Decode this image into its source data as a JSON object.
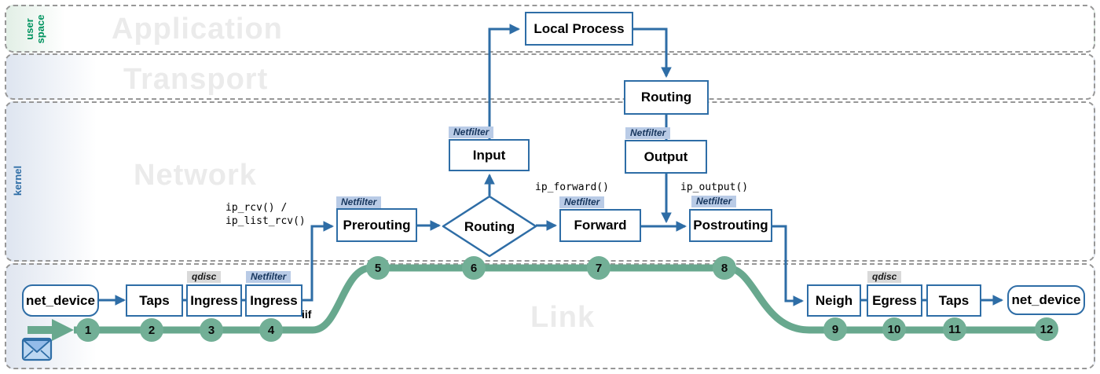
{
  "layers": [
    {
      "name": "Application",
      "side_label": "user\nspace"
    },
    {
      "name": "Transport",
      "side_label": ""
    },
    {
      "name": "Network",
      "side_label": "kernel"
    },
    {
      "name": "Link",
      "side_label": ""
    }
  ],
  "nodes": {
    "net_device_in": "net_device",
    "taps_in": "Taps",
    "ingress_qdisc": "Ingress",
    "ingress_netfilter": "Ingress",
    "prerouting": "Prerouting",
    "routing_decision": "Routing",
    "input": "Input",
    "local_process": "Local Process",
    "routing_out": "Routing",
    "output": "Output",
    "forward": "Forward",
    "postrouting": "Postrouting",
    "neigh": "Neigh",
    "egress_qdisc": "Egress",
    "taps_out": "Taps",
    "net_device_out": "net_device"
  },
  "tags": {
    "netfilter": "Netfilter",
    "qdisc": "qdisc"
  },
  "annotations": {
    "ip_rcv": "ip_rcv() /\nip_list_rcv()",
    "iif": "iif",
    "ip_forward": "ip_forward()",
    "ip_output": "ip_output()"
  },
  "flow": {
    "steps": [
      "1",
      "2",
      "3",
      "4",
      "5",
      "6",
      "7",
      "8",
      "9",
      "10",
      "11",
      "12"
    ]
  },
  "icons": {
    "envelope": "envelope-icon"
  },
  "colors": {
    "line_blue": "#2e6da6",
    "flow_green": "#68a88e",
    "step_circle_green": "#72af96",
    "netfilter_tag_bg": "#b9cbe6",
    "netfilter_tag_text": "#17365d",
    "qdisc_tag_bg": "#d9d9d9",
    "userspace_label_green": "#00935f",
    "kernel_label_blue": "#2e6da6",
    "watermark_gray": "#ebebeb"
  }
}
